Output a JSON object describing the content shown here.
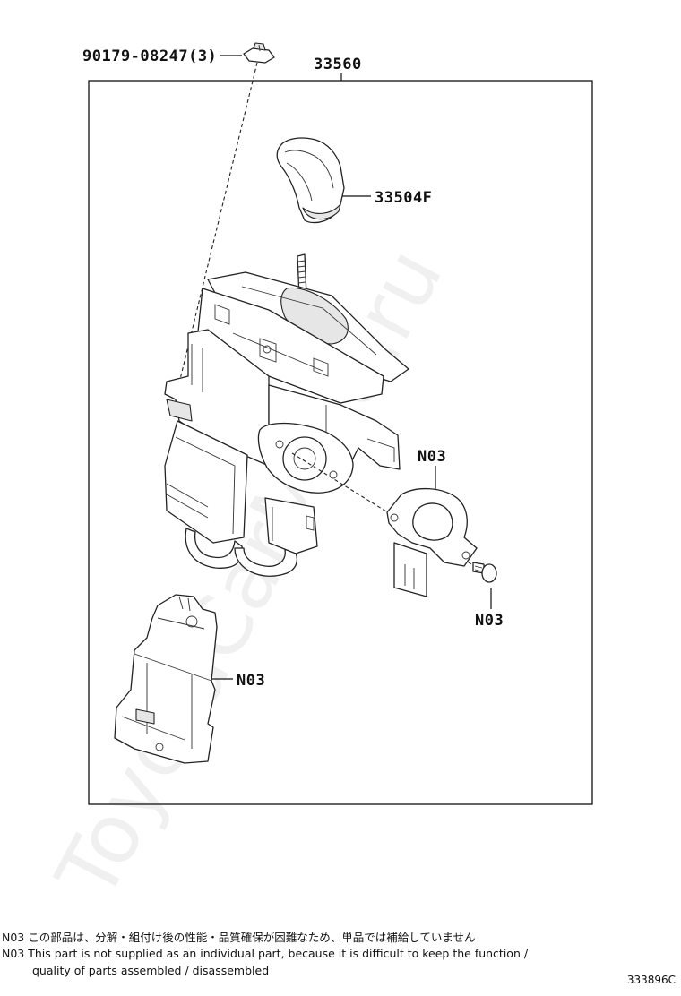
{
  "watermark": "ToyotaCarMine.ru",
  "callouts": {
    "clip": "90179-08247(3)",
    "assembly": "33560",
    "knob": "33504F",
    "sensor": "N03",
    "screw": "N03",
    "lock_unit": "N03"
  },
  "notes": {
    "jp": "N03 この部品は、分解・組付け後の性能・品質確保が困難なため、単品では補給していません",
    "en_line1": "N03   This part is not supplied as an individual part, because it is difficult to keep the function /",
    "en_line2": "quality of parts assembled / disassembled"
  },
  "diagram_code": "333896C"
}
